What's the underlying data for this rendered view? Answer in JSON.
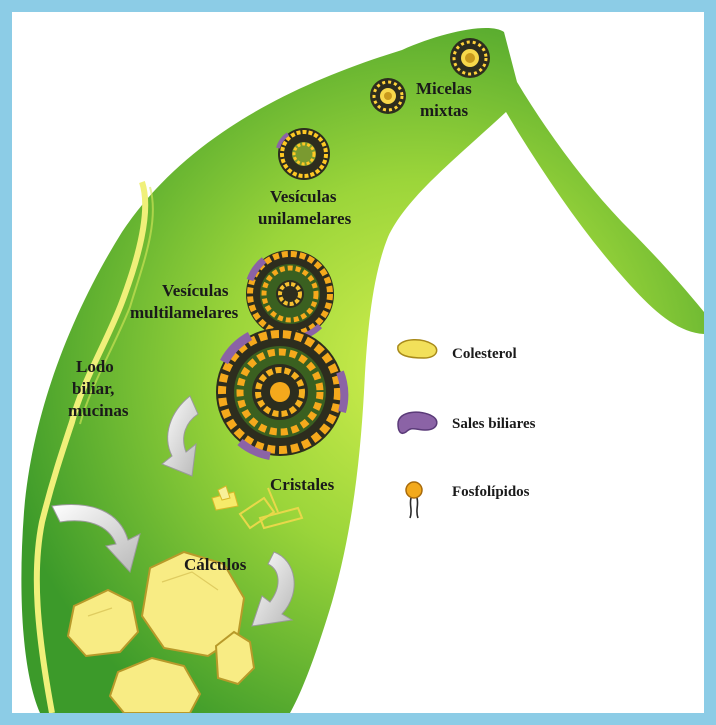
{
  "labels": {
    "micelles_line1": "Micelas",
    "micelles_line2": "mixtas",
    "unilamellar_line1": "Vesículas",
    "unilamellar_line2": "unilamelares",
    "multilamellar_line1": "Vesículas",
    "multilamellar_line2": "multilamelares",
    "sludge_line1": "Lodo",
    "sludge_line2": "biliar,",
    "sludge_line3": "mucinas",
    "crystals": "Cristales",
    "stones": "Cálculos"
  },
  "legend": [
    {
      "label": "Colesterol",
      "icon": "cholesterol-icon",
      "color": "#f2e05a"
    },
    {
      "label": "Sales biliares",
      "icon": "bile-salt-icon",
      "color": "#8b63a6"
    },
    {
      "label": "Fosfolípidos",
      "icon": "phospholipid-icon",
      "color": "#f2a91c"
    }
  ],
  "colors": {
    "frame": "#8ccce6",
    "gallbladder_light": "#c9ec4a",
    "gallbladder_mid": "#7cc53a",
    "gallbladder_dark": "#3c9a2a",
    "wall_line": "#f0f07a",
    "stone_fill": "#f8ec84",
    "arrow_fill": "#d8d8d8"
  }
}
